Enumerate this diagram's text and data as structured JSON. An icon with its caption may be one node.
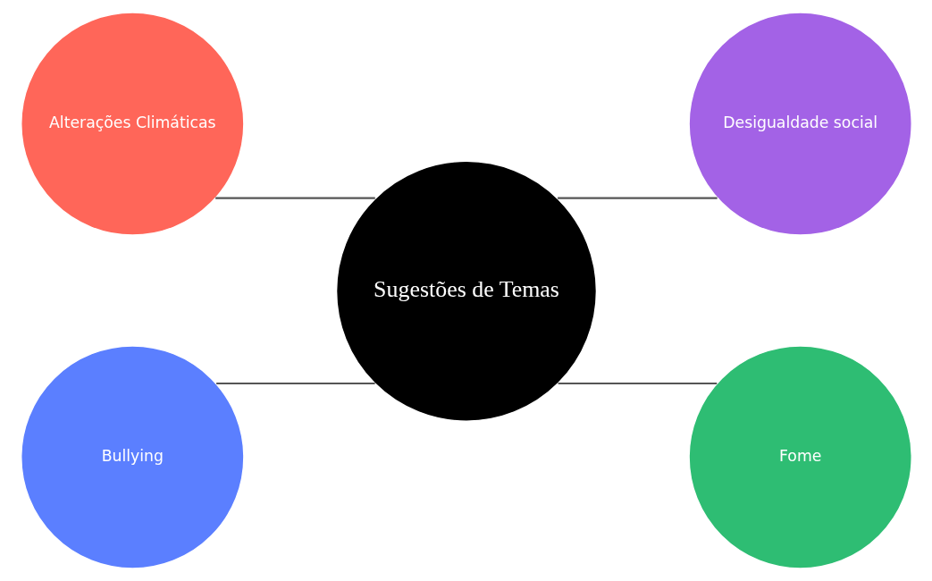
{
  "diagram": {
    "nodes": [
      {
        "text": [
          "Alterações Climáticas"
        ]
      },
      {
        "text": [
          "Desigualdade social"
        ]
      },
      {
        "text": [
          "Sugestões de Temas"
        ]
      },
      {
        "text": [
          "Bullying"
        ]
      },
      {
        "text": [
          "Fome"
        ]
      }
    ],
    "edges": [
      {
        "from": 0,
        "to": 2,
        "arrow": "none"
      },
      {
        "from": 2,
        "to": 1,
        "arrow": "none"
      },
      {
        "from": 3,
        "to": 2,
        "arrow": "none"
      },
      {
        "from": 2,
        "to": 4,
        "arrow": "none"
      }
    ]
  }
}
